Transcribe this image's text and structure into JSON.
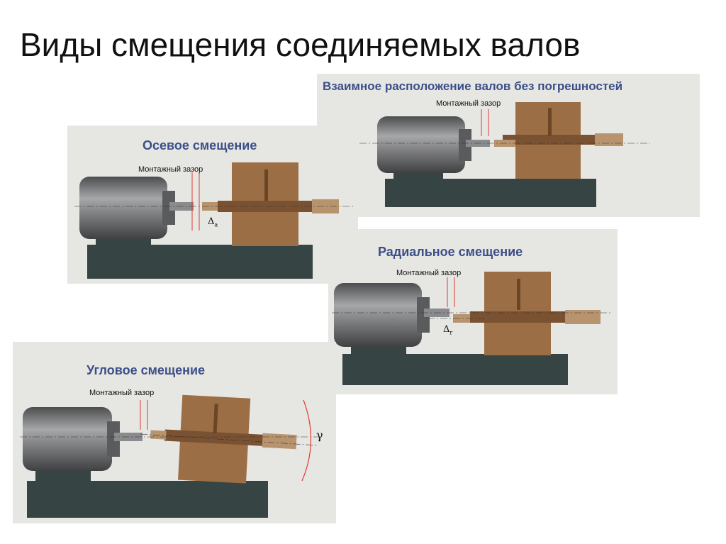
{
  "title": "Виды смещения соединяемых валов",
  "panels": {
    "aligned": {
      "title": "Взаимное расположение валов без погрешностей",
      "gap_label": "Монтажный зазор"
    },
    "axial": {
      "title": "Осевое смещение",
      "gap_label": "Монтажный зазор",
      "symbol": "Δ",
      "symbol_sub": "a"
    },
    "radial": {
      "title": "Радиальное смещение",
      "gap_label": "Монтажный зазор",
      "symbol": "Δ",
      "symbol_sub": "r"
    },
    "angular": {
      "title": "Угловое смещение",
      "gap_label": "Монтажный зазор",
      "symbol": "γ"
    }
  },
  "colors": {
    "panel_bg": "#e6e6e3",
    "title_text": "#3b4f88",
    "motor": "#77787a",
    "gearbox": "#9c6e45",
    "base": "#364443",
    "dimension_line": "#e23b30"
  }
}
